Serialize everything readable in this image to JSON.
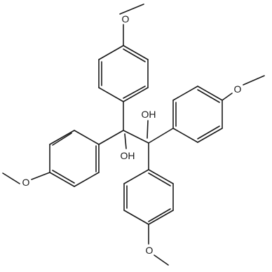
{
  "labels": {
    "oh_left": "OH",
    "oh_right": "OH",
    "o_top": "O",
    "o_right": "O",
    "o_left": "O",
    "o_bottom": "O"
  },
  "colors": {
    "bond": "#1a1a1a",
    "background": "#ffffff"
  }
}
